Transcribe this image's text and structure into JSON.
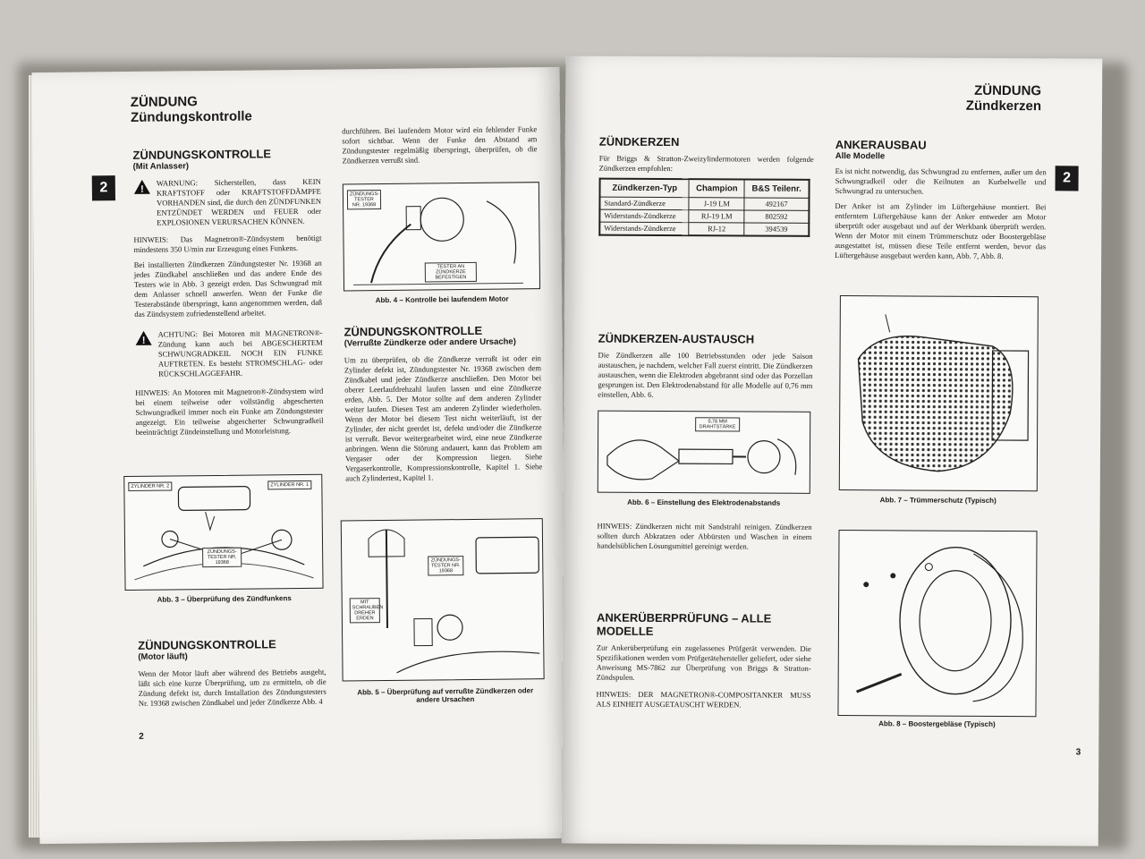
{
  "left_page": {
    "tab_number": "2",
    "header_title": "ZÜNDUNG",
    "header_subtitle": "Zündungskontrolle",
    "sec1_title": "ZÜNDUNGSKONTROLLE",
    "sec1_sub": "(Mit Anlasser)",
    "sec1_warning": "WARNUNG: Sicherstellen, dass KEIN KRAFTSTOFF oder KRAFTSTOFFDÄMPFE VORHANDEN sind, die durch den ZÜNDFUNKEN ENTZÜNDET WERDEN und FEUER oder EXPLOSIONEN VERURSACHEN KÖNNEN.",
    "sec1_note": "HINWEIS: Das Magnetron®-Zündsystem benötigt mindestens 350 U/min zur Erzeugung eines Funkens.",
    "sec1_para": "Bei installierten Zündkerzen Zündungstester Nr. 19368 an jedes Zündkabel anschließen und das andere Ende des Testers wie in Abb. 3 gezeigt erden. Das Schwungrad mit dem Anlasser schnell anwerfen. Wenn der Funke die Testerabstände überspringt, kann angenommen werden, daß das Zündsystem zufriedenstellend arbeitet.",
    "sec1_caution": "ACHTUNG: Bei Motoren mit MAGNETRON®-Zündung kann auch bei ABGESCHERTEM SCHWUNGRADKEIL NOCH EIN FUNKE AUFTRETEN. Es besteht STROMSCHLAG- oder RÜCKSCHLAGGEFAHR.",
    "sec1_note2": "HINWEIS: An Motoren mit Magnetron®-Zündsystem wird bei einem teilweise oder vollständig abgescherten Schwungradkeil immer noch ein Funke am Zündungstester angezeigt. Ein teilweise abgescherter Schwungradkeil beeinträchtigt Zündeinstellung und Motorleistung.",
    "fig3_label_left": "ZYLINDER NR. 2",
    "fig3_label_right": "ZYLINDER NR. 1",
    "fig3_label_tester": "ZÜNDUNGS- TESTER NR. 19368",
    "fig3_caption": "Abb. 3 – Überprüfung des Zündfunkens",
    "sec2_title": "ZÜNDUNGSKONTROLLE",
    "sec2_sub": "(Motor läuft)",
    "sec2_para": "Wenn der Motor läuft aber während des Betriebs ausgeht, läßt sich eine kurze Überprüfung, um zu ermitteln, ob die Zündung defekt ist, durch Installation des Zündungstesters Nr. 19368 zwischen Zündkabel und jeder Zündkerze Abb. 4",
    "col2_para": "durchführen. Bei laufendem Motor wird ein fehlender Funke sofort sichtbar. Wenn der Funke den Abstand am Zündungstester regelmäßig überspringt, überprüfen, ob die Zündkerzen verrußt sind.",
    "fig4_label_tester": "ZÜNDUNGS- TESTER NR. 19368",
    "fig4_label_ground": "TESTER AN ZÜNDKERZE BEFESTIGEN",
    "fig4_caption": "Abb. 4 – Kontrolle bei laufendem Motor",
    "sec3_title": "ZÜNDUNGSKONTROLLE",
    "sec3_sub": "(Verrußte Zündkerze oder andere Ursache)",
    "sec3_para": "Um zu überprüfen, ob die Zündkerze verrußt ist oder ein Zylinder defekt ist, Zündungstester Nr. 19368 zwischen dem Zündkabel und jeder Zündkerze anschließen. Den Motor bei oberer Leerlaufdrehzahl laufen lassen und eine Zündkerze erden, Abb. 5. Der Motor sollte auf dem anderen Zylinder weiter laufen. Diesen Test am anderen Zylinder wiederholen. Wenn der Motor bei diesem Test nicht weiterläuft, ist der Zylinder, der nicht geerdet ist, defekt und/oder die Zündkerze ist verrußt. Bevor weitergearbeitet wird, eine neue Zündkerze anbringen. Wenn die Störung andauert, kann das Problem am Vergaser oder der Kompression liegen. Siehe Vergaserkontrolle, Kompressionskontrolle, Kapitel 1. Siehe auch Zylindertest, Kapitel 1.",
    "fig5_label_tester": "ZÜNDUNGS- TESTER NR. 19368",
    "fig5_label_screw": "MIT SCHRAUBEN DREHER ERDEN",
    "fig5_caption": "Abb. 5 – Überprüfung auf verrußte Zündkerzen oder andere Ursachen",
    "page_number": "2"
  },
  "right_page": {
    "tab_number": "2",
    "header_title": "ZÜNDUNG",
    "header_subtitle": "Zündkerzen",
    "sec1_title": "ZÜNDKERZEN",
    "sec1_para": "Für Briggs & Stratton-Zweizylindermotoren werden folgende Zündkerzen empfohlen:",
    "table": {
      "headers": [
        "Zündkerzen-Typ",
        "Champion",
        "B&S Teilenr."
      ],
      "rows": [
        [
          "Standard-Zündkerze",
          "J-19 LM",
          "492167"
        ],
        [
          "Widerstands-Zündkerze",
          "RJ-19 LM",
          "802592"
        ],
        [
          "Widerstands-Zündkerze",
          "RJ-12",
          "394539"
        ]
      ]
    },
    "sec2_title": "ZÜNDKERZEN-AUSTAUSCH",
    "sec2_para": "Die Zündkerzen alle 100 Betriebsstunden oder jede Saison austauschen, je nachdem, welcher Fall zuerst eintritt. Die Zündkerzen austauschen, wenn die Elektroden abgebrannt sind oder das Porzellan gesprungen ist. Den Elektrodenabstand für alle Modelle auf 0,76 mm einstellen, Abb. 6.",
    "fig6_label": "0,76 MM DRAHTSTÄRKE",
    "fig6_caption": "Abb. 6 – Einstellung des Elektrodenabstands",
    "sec2_note": "HINWEIS: Zündkerzen nicht mit Sandstrahl reinigen. Zündkerzen sollten durch Abkratzen oder Abbürsten und Waschen in einem handelsüblichen Lösungsmittel gereinigt werden.",
    "sec3_title": "ANKERÜBERPRÜFUNG – ALLE MODELLE",
    "sec3_para": "Zur Ankerüberprüfung ein zugelassenes Prüfgerät verwenden. Die Spezifikationen werden vom Prüfgerätehersteller geliefert, oder siehe Anweisung MS-7862 zur Überprüfung von Briggs & Stratton-Zündspulen.",
    "sec3_note": "HINWEIS: DER MAGNETRON®-COMPOSITANKER MUSS ALS EINHEIT AUSGETAUSCHT WERDEN.",
    "sec4_title": "ANKERAUSBAU",
    "sec4_sub": "Alle Modelle",
    "sec4_para1": "Es ist nicht notwendig, das Schwungrad zu entfernen, außer um den Schwungradkeil oder die Keilnuten an Kurbelwelle und Schwungrad zu untersuchen.",
    "sec4_para2": "Der Anker ist am Zylinder im Lüftergehäuse montiert. Bei entferntem Lüftergehäuse kann der Anker entweder am Motor überprüft oder ausgebaut und auf der Werkbank überprüft werden. Wenn der Motor mit einem Trümmerschutz oder Boostergebläse ausgestattet ist, müssen diese Teile entfernt werden, bevor das Lüftergehäuse ausgebaut werden kann, Abb. 7, Abb. 8.",
    "fig7_caption": "Abb. 7 – Trümmerschutz (Typisch)",
    "fig8_caption": "Abb. 8 – Boostergebläse (Typisch)",
    "page_number": "3"
  }
}
